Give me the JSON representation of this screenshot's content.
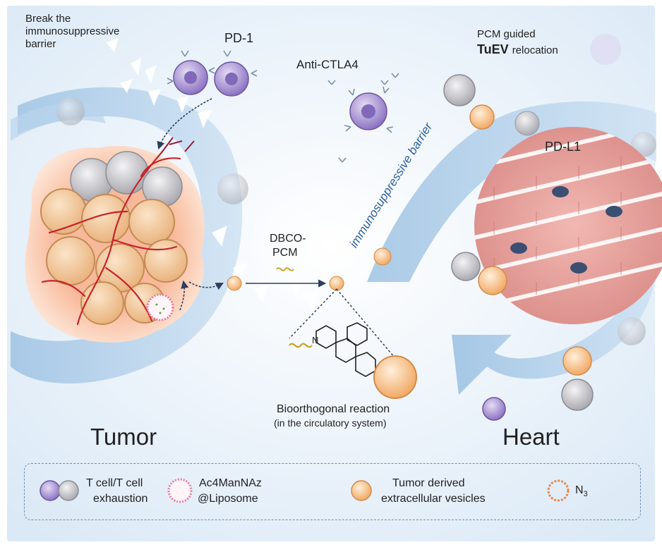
{
  "labels": {
    "break_barrier": [
      "Break the",
      "immunosuppressive",
      "barrier"
    ],
    "pd1": "PD-1",
    "anti_ctla4": "Anti-CTLA4",
    "pcm_guided": "PCM guided",
    "tuev_relocation_bold": "TuEV",
    "tuev_relocation_rest": "relocation",
    "pdl1": "PD-L1",
    "immunosuppressive_barrier": "immunosuppressive barrier",
    "dbco_pcm": [
      "DBCO-",
      "PCM"
    ],
    "bioorthogonal": "Bioorthogonal reaction",
    "circulatory": "(in the circulatory system)",
    "tumor": "Tumor",
    "heart": "Heart",
    "n_atom": "N"
  },
  "legend": {
    "tcell": [
      "T cell/T cell",
      "exhaustion"
    ],
    "liposome": [
      "Ac4ManNAz",
      "@Liposome"
    ],
    "tuev": [
      "Tumor derived",
      "extracellular vesicles"
    ],
    "n3_base": "N",
    "n3_sub": "3"
  },
  "colors": {
    "background": "#e4eff9",
    "swirl": "#a9c9e6",
    "tcell_purple": "#9c86c9",
    "tcell_gray": "#c7c7cc",
    "tuev_orange": "#f6c48b",
    "tumor_cell": "#f3cba2",
    "vessel_red": "#c8242a",
    "heart_tissue": "#e9a8a4",
    "nucleus": "#3b4f73",
    "arrow_dark": "#2d3f5c"
  }
}
